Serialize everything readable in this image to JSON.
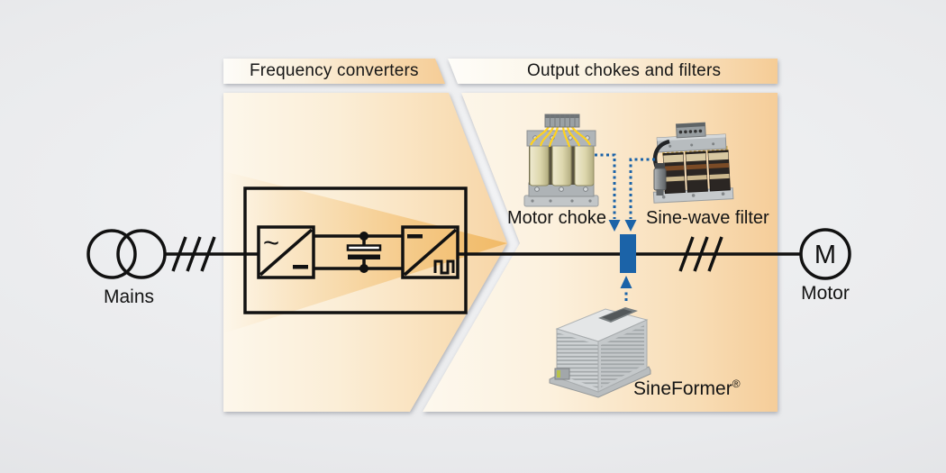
{
  "headers": {
    "left": "Frequency converters",
    "right": "Output chokes and filters"
  },
  "nodes": {
    "mains_label": "Mains",
    "motor_label": "Motor",
    "motor_symbol": "M",
    "rectifier_ac_symbol": "~"
  },
  "products": {
    "motor_choke": {
      "label": "Motor choke"
    },
    "sine_wave_filter": {
      "label": "Sine-wave filter"
    },
    "sineformer": {
      "label": "SineFormer",
      "registered_mark": "®"
    }
  },
  "colors": {
    "accent_blue": "#1b63a8",
    "panel_orange": "#f5cc95",
    "line_black": "#111111"
  }
}
